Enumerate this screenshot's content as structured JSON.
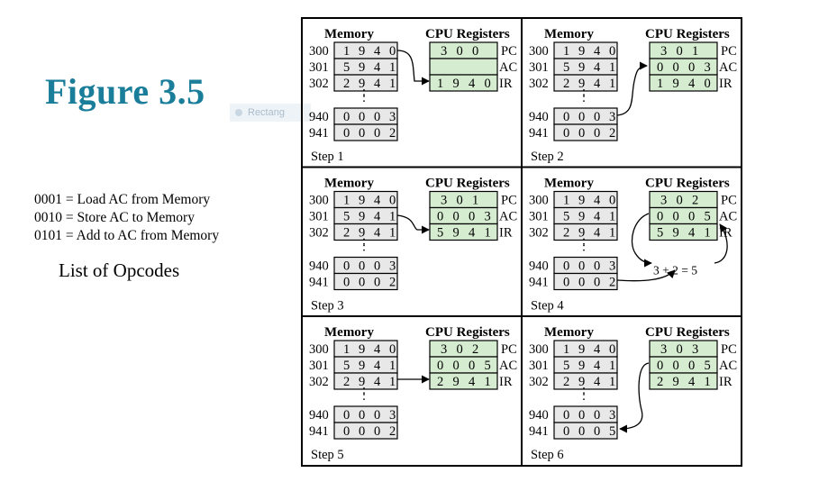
{
  "figure": {
    "title": "Figure 3.5",
    "ghost_label": "Rectang"
  },
  "opcodes": {
    "items": [
      "0001 = Load AC from Memory",
      "0010 = Store AC to Memory",
      "0101 = Add to AC from Memory"
    ],
    "caption": "List of Opcodes"
  },
  "diagram": {
    "memory_header": "Memory",
    "cpu_header": "CPU Registers",
    "ellipsis": ":",
    "steps": [
      {
        "label": "Step 1",
        "memory": [
          {
            "addr": "300",
            "value": "1940"
          },
          {
            "addr": "301",
            "value": "5941"
          },
          {
            "addr": "302",
            "value": "2941"
          },
          {
            "addr": "940",
            "value": "0003"
          },
          {
            "addr": "941",
            "value": "0002"
          }
        ],
        "registers": [
          {
            "name": "PC",
            "value": "300"
          },
          {
            "name": "AC",
            "value": ""
          },
          {
            "name": "IR",
            "value": "1940"
          }
        ]
      },
      {
        "label": "Step 2",
        "memory": [
          {
            "addr": "300",
            "value": "1940"
          },
          {
            "addr": "301",
            "value": "5941"
          },
          {
            "addr": "302",
            "value": "2941"
          },
          {
            "addr": "940",
            "value": "0003"
          },
          {
            "addr": "941",
            "value": "0002"
          }
        ],
        "registers": [
          {
            "name": "PC",
            "value": "301"
          },
          {
            "name": "AC",
            "value": "0003"
          },
          {
            "name": "IR",
            "value": "1940"
          }
        ]
      },
      {
        "label": "Step 3",
        "memory": [
          {
            "addr": "300",
            "value": "1940"
          },
          {
            "addr": "301",
            "value": "5941"
          },
          {
            "addr": "302",
            "value": "2941"
          },
          {
            "addr": "940",
            "value": "0003"
          },
          {
            "addr": "941",
            "value": "0002"
          }
        ],
        "registers": [
          {
            "name": "PC",
            "value": "301"
          },
          {
            "name": "AC",
            "value": "0003"
          },
          {
            "name": "IR",
            "value": "5941"
          }
        ]
      },
      {
        "label": "Step 4",
        "memory": [
          {
            "addr": "300",
            "value": "1940"
          },
          {
            "addr": "301",
            "value": "5941"
          },
          {
            "addr": "302",
            "value": "2941"
          },
          {
            "addr": "940",
            "value": "0003"
          },
          {
            "addr": "941",
            "value": "0002"
          }
        ],
        "registers": [
          {
            "name": "PC",
            "value": "302"
          },
          {
            "name": "AC",
            "value": "0005"
          },
          {
            "name": "IR",
            "value": "5941"
          }
        ],
        "annotation": "3 + 2 = 5"
      },
      {
        "label": "Step 5",
        "memory": [
          {
            "addr": "300",
            "value": "1940"
          },
          {
            "addr": "301",
            "value": "5941"
          },
          {
            "addr": "302",
            "value": "2941"
          },
          {
            "addr": "940",
            "value": "0003"
          },
          {
            "addr": "941",
            "value": "0002"
          }
        ],
        "registers": [
          {
            "name": "PC",
            "value": "302"
          },
          {
            "name": "AC",
            "value": "0005"
          },
          {
            "name": "IR",
            "value": "2941"
          }
        ]
      },
      {
        "label": "Step 6",
        "memory": [
          {
            "addr": "300",
            "value": "1940"
          },
          {
            "addr": "301",
            "value": "5941"
          },
          {
            "addr": "302",
            "value": "2941"
          },
          {
            "addr": "940",
            "value": "0003"
          },
          {
            "addr": "941",
            "value": "0005"
          }
        ],
        "registers": [
          {
            "name": "PC",
            "value": "303"
          },
          {
            "name": "AC",
            "value": "0005"
          },
          {
            "name": "IR",
            "value": "2941"
          }
        ]
      }
    ]
  },
  "colors": {
    "title": "#1a7d9a",
    "memory_cell": "#e8e8e8",
    "register_cell": "#d5ecd0",
    "border": "#000000"
  }
}
